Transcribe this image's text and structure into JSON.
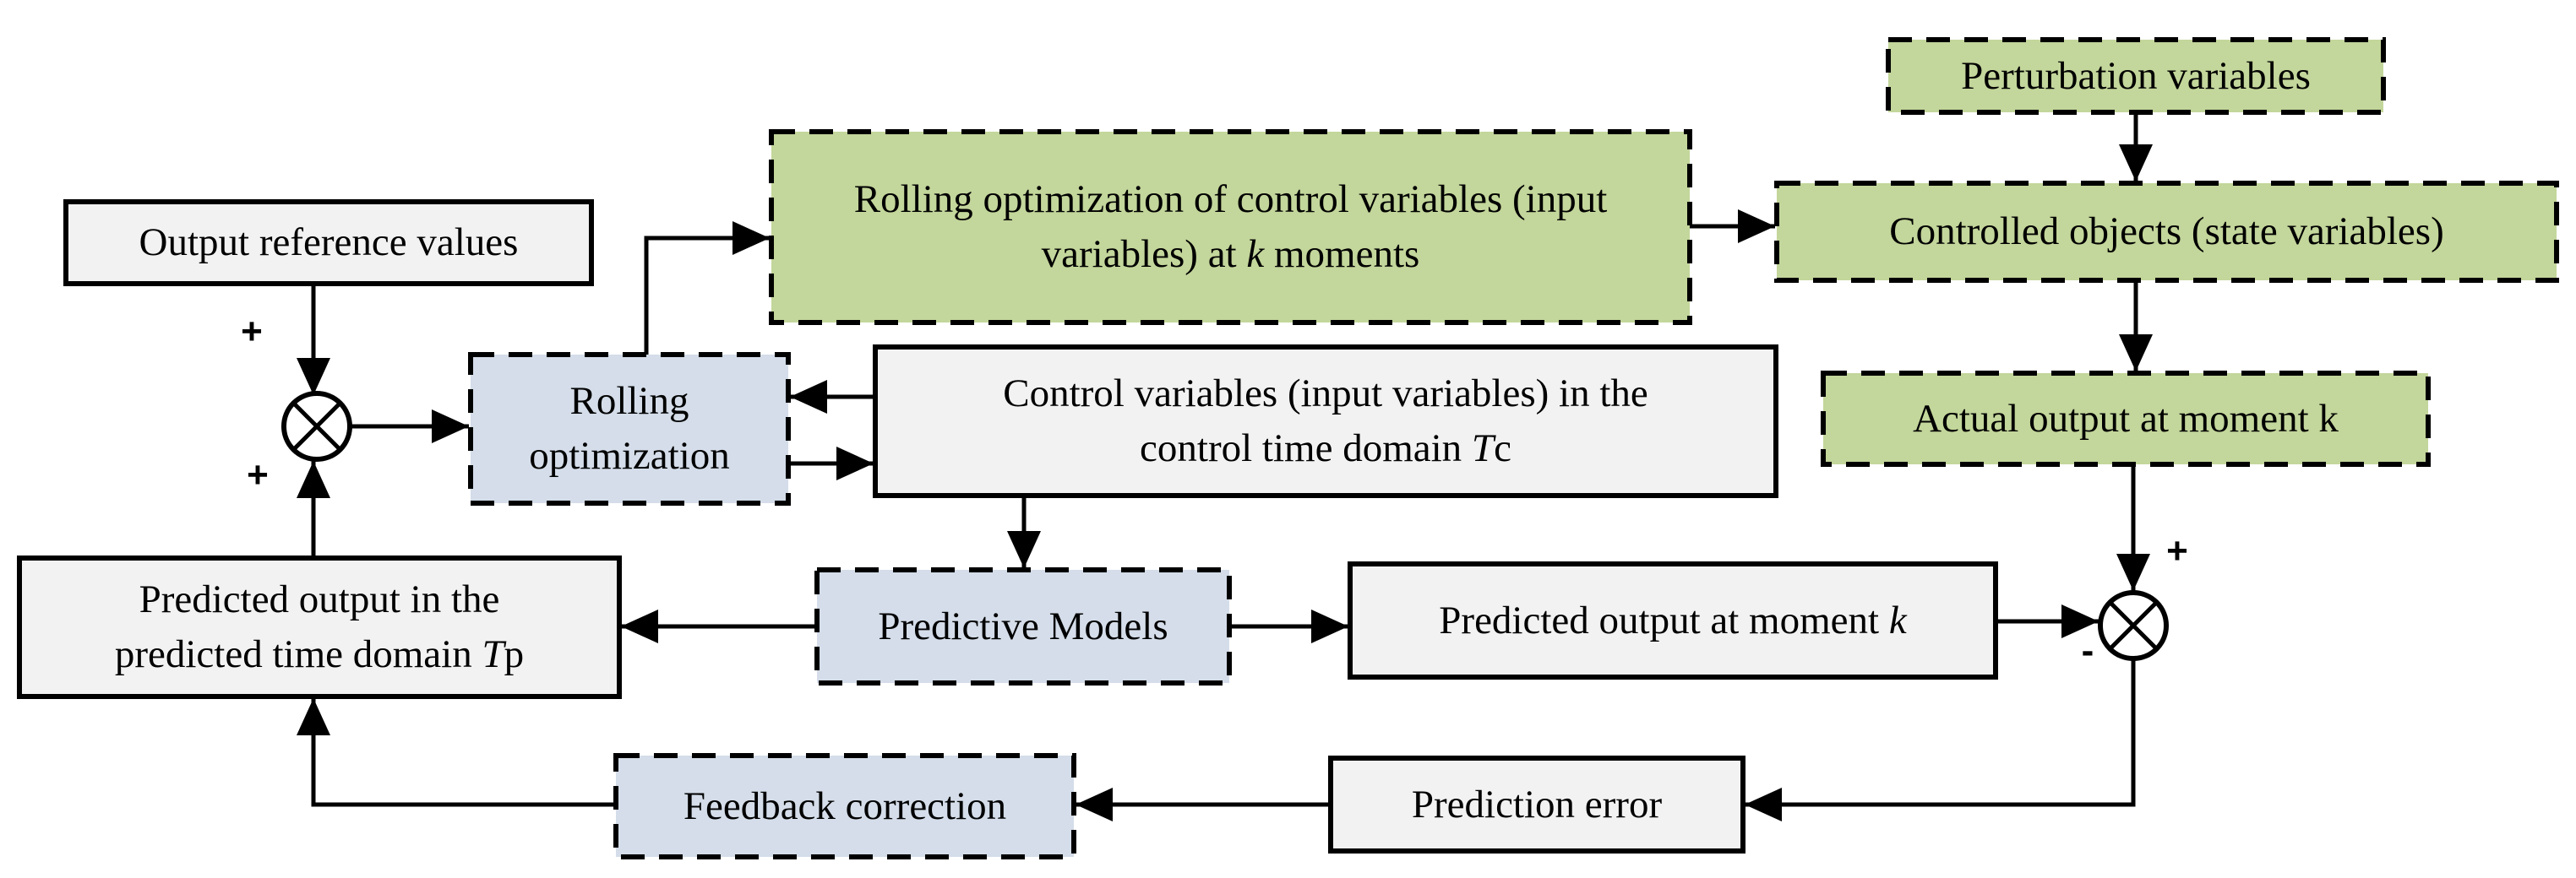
{
  "colors": {
    "background": "#ffffff",
    "green_fill": "#c3d69b",
    "blue_fill": "#d4dde9",
    "gray_fill": "#f2f2f2",
    "line": "#000000"
  },
  "boxes": {
    "output_reference": {
      "label": "Output reference values",
      "style": "gray-solid"
    },
    "rolling_opt_k": {
      "style": "green-dashed",
      "parts": [
        {
          "text": "Rolling optimization of control variables (input\nvariables) at "
        },
        {
          "text": "k",
          "italic": true
        },
        {
          "text": " moments"
        }
      ]
    },
    "rolling_optimization": {
      "label": "Rolling\noptimization",
      "style": "blue-dashed"
    },
    "control_variables": {
      "style": "gray-solid",
      "parts": [
        {
          "text": "Control variables (input variables) in the\ncontrol time domain "
        },
        {
          "text": "T",
          "italic": true
        },
        {
          "text": "c"
        }
      ]
    },
    "perturbation": {
      "label": "Perturbation variables",
      "style": "green-dashed"
    },
    "controlled_objects": {
      "label": "Controlled objects (state variables)",
      "style": "green-dashed"
    },
    "actual_output": {
      "label": "Actual output at moment k",
      "style": "green-dashed"
    },
    "predicted_tp": {
      "style": "gray-solid",
      "parts": [
        {
          "text": "Predicted output in the\npredicted time domain "
        },
        {
          "text": "T",
          "italic": true
        },
        {
          "text": "p"
        }
      ]
    },
    "predictive_models": {
      "label": "Predictive Models",
      "style": "blue-dashed"
    },
    "predicted_k": {
      "style": "gray-solid",
      "parts": [
        {
          "text": "Predicted output at moment "
        },
        {
          "text": "k",
          "italic": true
        }
      ]
    },
    "feedback_correction": {
      "label": "Feedback correction",
      "style": "blue-dashed"
    },
    "prediction_error": {
      "label": "Prediction error",
      "style": "gray-solid"
    }
  },
  "junction_signs": {
    "left_top": "+",
    "left_bottom": "+",
    "right_top": "+",
    "right_bottom": "-"
  }
}
